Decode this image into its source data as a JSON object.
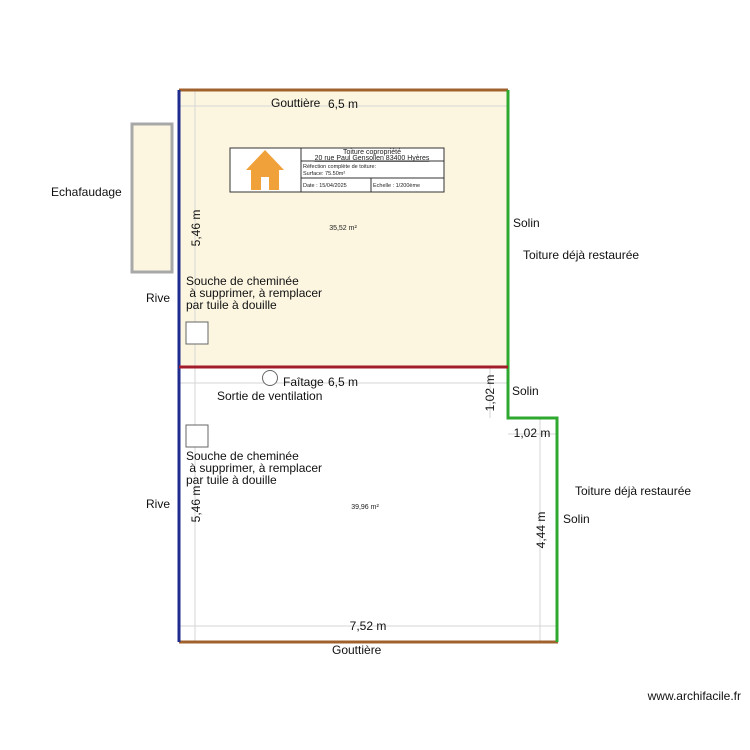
{
  "labels": {
    "gouttiere_top": "Gouttière",
    "gouttiere_bottom": "Gouttière",
    "echafaudage": "Echafaudage",
    "rive_top": "Rive",
    "rive_bottom": "Rive",
    "solin_top": "Solin",
    "solin_mid": "Solin",
    "solin_bottom": "Solin",
    "restored_top": "Toiture déjà restaurée",
    "restored_bottom": "Toiture déjà restaurée",
    "chimney_top": [
      "Souche de cheminée",
      " à supprimer, à remplacer",
      "par tuile à douille"
    ],
    "chimney_bottom": [
      "Souche de cheminée",
      " à supprimer, à remplacer",
      "par tuile à douille"
    ],
    "faitage": "Faîtage",
    "ventilation": "Sortie de ventilation",
    "area_top": "35,52 m²",
    "area_bottom": "39,96 m²",
    "watermark": "www.archifacile.fr"
  },
  "dimensions": {
    "top_width": "6,5 m",
    "mid_width": "6,5 m",
    "bottom_width": "7,52 m",
    "left_top_height": "5,46 m",
    "left_bottom_height": "5,46 m",
    "step_height": "1,02 m",
    "step_width": "1,02 m",
    "right_bottom_height": "4,44 m"
  },
  "title_block": {
    "title_line1": "Toiture copropriété",
    "title_line2": "20 rue Paul Gensollen  83400 Hyères",
    "desc_line1": "Réfection complète de toiture:",
    "desc_line2": "Surface: 75.50m²",
    "date": "Date : 15/04/2025",
    "scale": "Echelle : 1/200ème",
    "logo": "house-icon"
  },
  "colors": {
    "roof_top_fill": "#fcf6e1",
    "gutter": "#a0622d",
    "rive": "#1f2b8f",
    "solin": "#2fa82f",
    "ridge": "#a31c2a",
    "scaffold_border": "#a8a8a8",
    "house_logo": "#f0a13a"
  }
}
